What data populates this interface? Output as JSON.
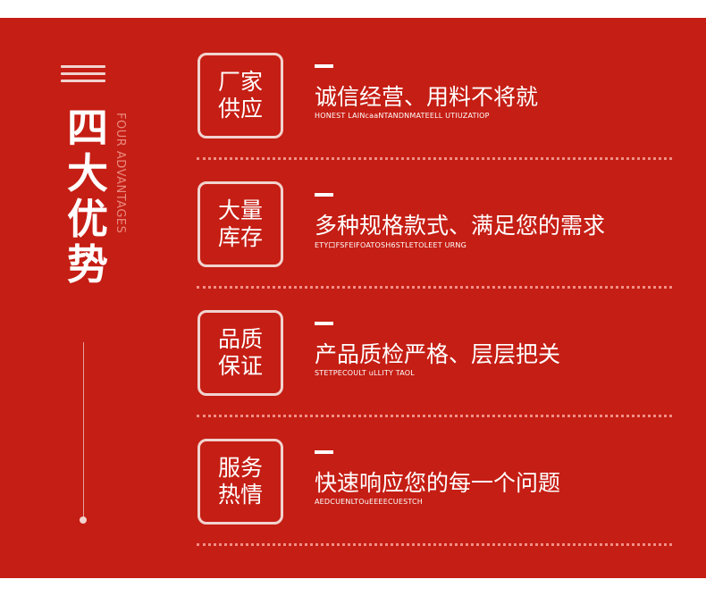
{
  "side": {
    "title_chars": [
      "四",
      "大",
      "优",
      "势"
    ],
    "subtitle_en": "FOUR ADVANTAGES"
  },
  "items": [
    {
      "badge_line1": "厂家",
      "badge_line2": "供应",
      "heading": "诚信经营、用料不将就",
      "en_text": "HONEST LAINcaaNTANDNMATEELL UTIUZATIOP"
    },
    {
      "badge_line1": "大量",
      "badge_line2": "库存",
      "heading": "多种规格款式、满足您的需求",
      "en_text": "ETY口FSFEIFOATOSH6STLETOLEET URNG"
    },
    {
      "badge_line1": "品质",
      "badge_line2": "保证",
      "heading": "产品质检严格、层层把关",
      "en_text": "STETPECOULT uLLITY TAOL"
    },
    {
      "badge_line1": "服务",
      "badge_line2": "热情",
      "heading": "快速响应您的每一个问题",
      "en_text": "AEDCUENLTOuEEEECUESTCH"
    }
  ],
  "colors": {
    "background": "#c51e14",
    "text": "#ffffff",
    "accent_light": "#f1d3cf",
    "divider": "#ef8f86"
  }
}
